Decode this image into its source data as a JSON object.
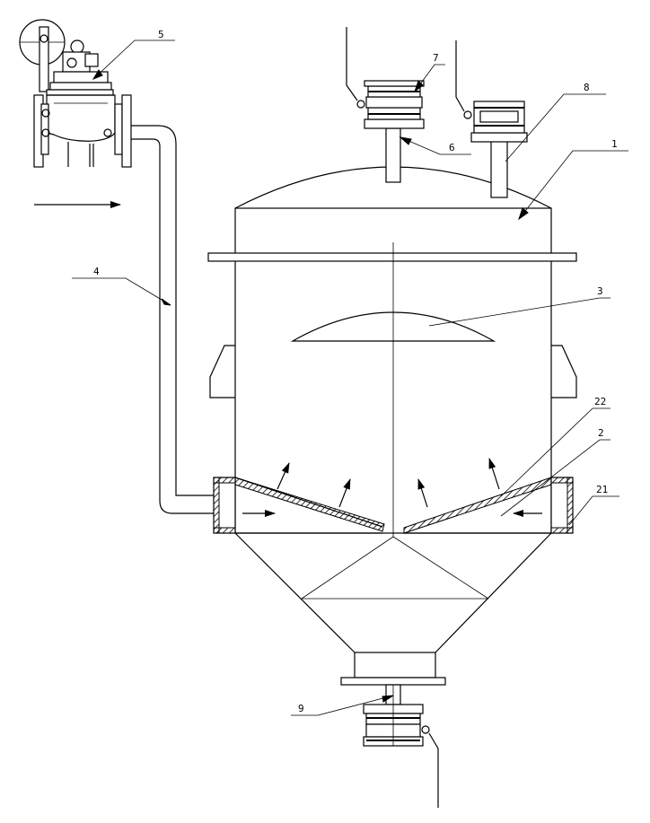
{
  "labels": {
    "l1": "1",
    "l2": "2",
    "l3": "3",
    "l4": "4",
    "l5": "5",
    "l6": "6",
    "l7": "7",
    "l8": "8",
    "l9": "9",
    "l21": "21",
    "l22": "22"
  },
  "colors": {
    "ink": "#000000",
    "background": "#ffffff"
  }
}
